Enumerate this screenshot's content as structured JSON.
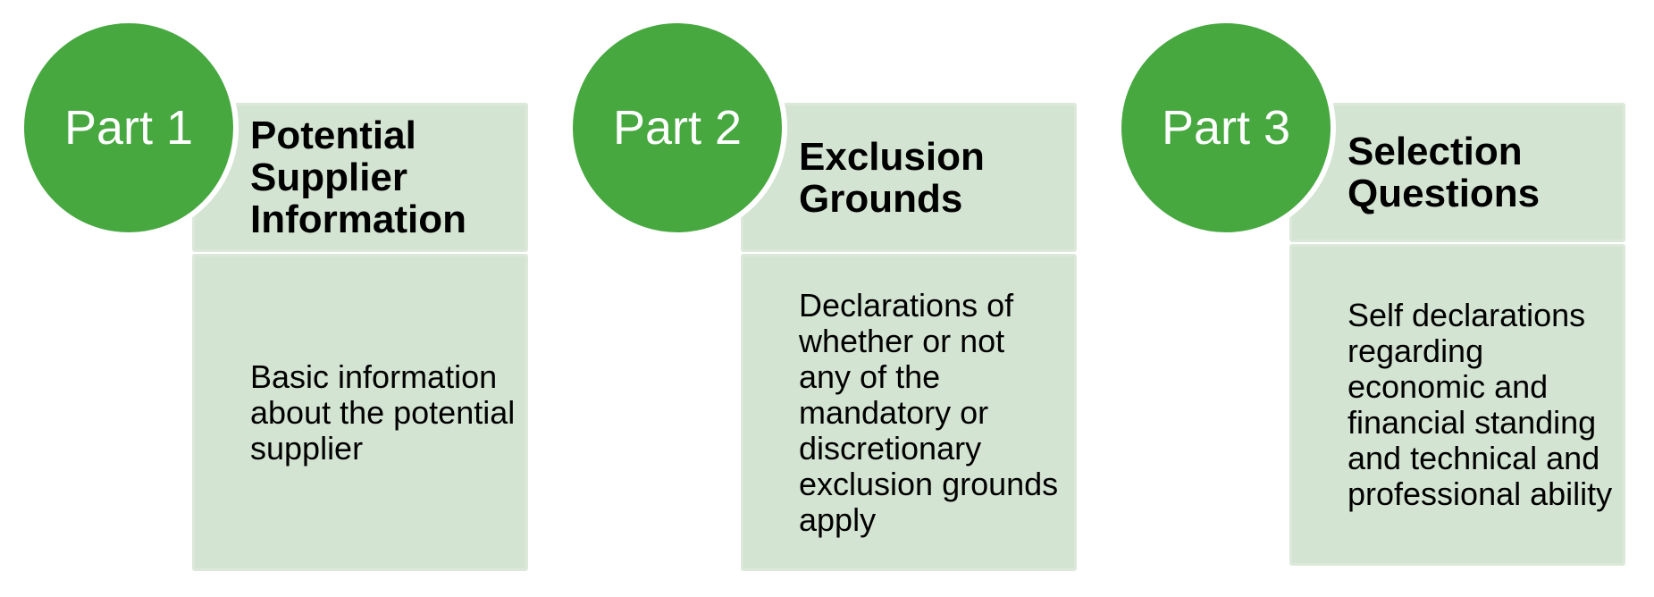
{
  "colors": {
    "circle_fill": "#47a840",
    "box_fill": "#d4e4d2",
    "box_border": "#dce9da",
    "circle_text": "#ffffff",
    "text": "#000000"
  },
  "parts": [
    {
      "label": "Part 1",
      "title": "Potential Supplier Information",
      "description": "Basic information about the potential supplier"
    },
    {
      "label": "Part 2",
      "title": "Exclusion Grounds",
      "description": "Declarations of whether or not any of the mandatory or discretionary exclusion grounds apply"
    },
    {
      "label": "Part 3",
      "title": "Selection Questions",
      "description": "Self declarations regarding economic and financial standing and technical and professional ability"
    }
  ]
}
